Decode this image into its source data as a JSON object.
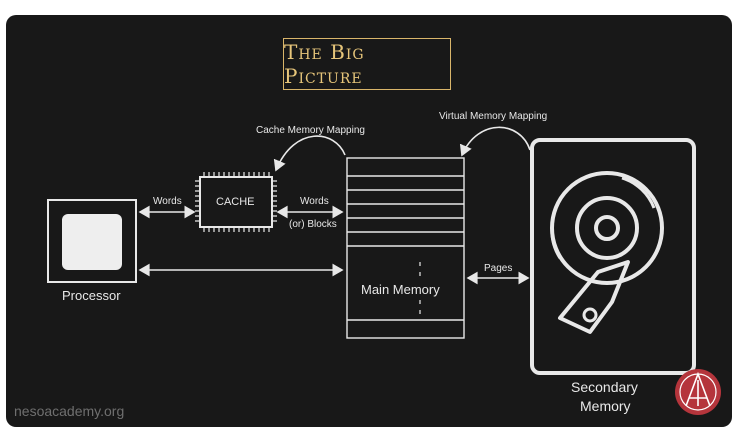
{
  "title": "The Big Picture",
  "labels": {
    "cache_mapping": "Cache Memory Mapping",
    "virtual_mapping": "Virtual Memory Mapping",
    "words_left": "Words",
    "cache": "CACHE",
    "words_right": "Words",
    "or_blocks": "(or) Blocks",
    "pages": "Pages",
    "main_memory": "Main Memory",
    "processor": "Processor",
    "secondary_line1": "Secondary",
    "secondary_line2": "Memory"
  },
  "footer": "nesoacademy.org",
  "colors": {
    "background": "#181818",
    "title": "#e6c57a",
    "stroke": "#e8e8e8",
    "logo": "#b5353c"
  }
}
